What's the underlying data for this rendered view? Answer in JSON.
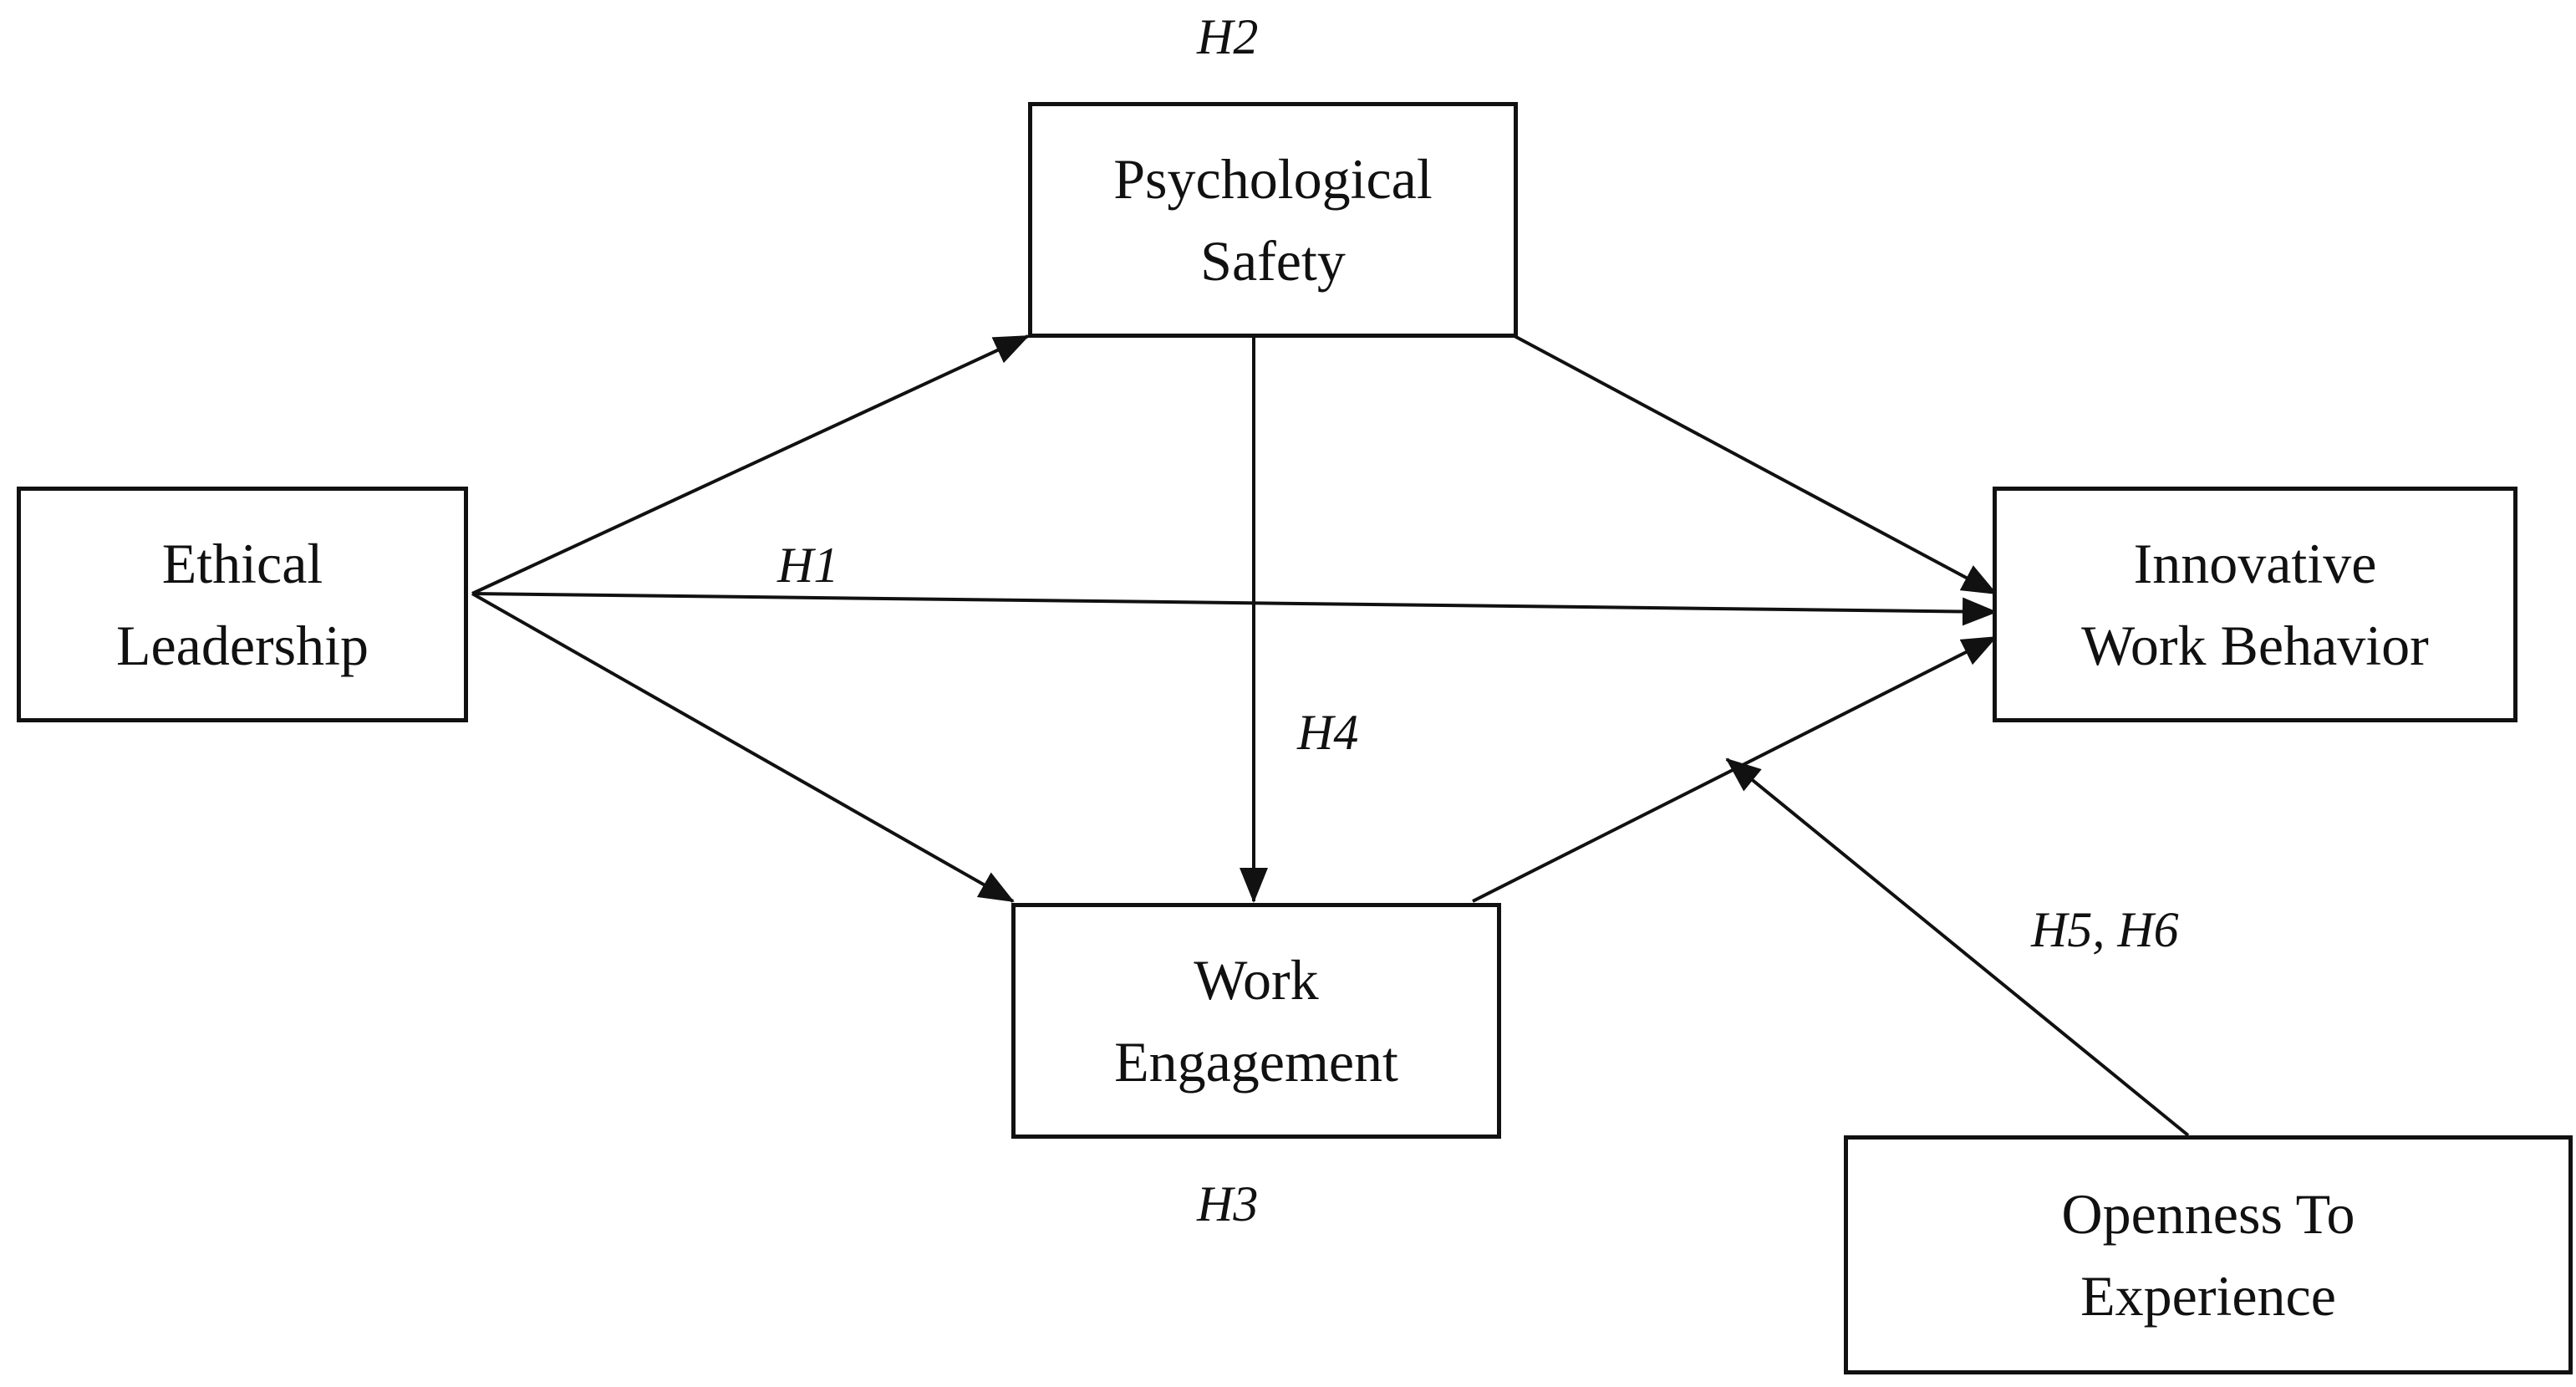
{
  "nodes": {
    "ethical_leadership": {
      "lines": [
        "Ethical",
        "Leadership"
      ]
    },
    "psychological_safety": {
      "lines": [
        "Psychological",
        "Safety"
      ]
    },
    "work_engagement": {
      "lines": [
        "Work",
        "Engagement"
      ]
    },
    "innovative_work_behavior": {
      "lines": [
        "Innovative",
        "Work Behavior"
      ]
    },
    "openness_to_experience": {
      "lines": [
        "Openness To",
        "Experience"
      ]
    }
  },
  "hypotheses": {
    "h1": "H1",
    "h2": "H2",
    "h3": "H3",
    "h4": "H4",
    "h5_h6": "H5, H6"
  },
  "colors": {
    "stroke": "#111111",
    "background": "#ffffff"
  }
}
